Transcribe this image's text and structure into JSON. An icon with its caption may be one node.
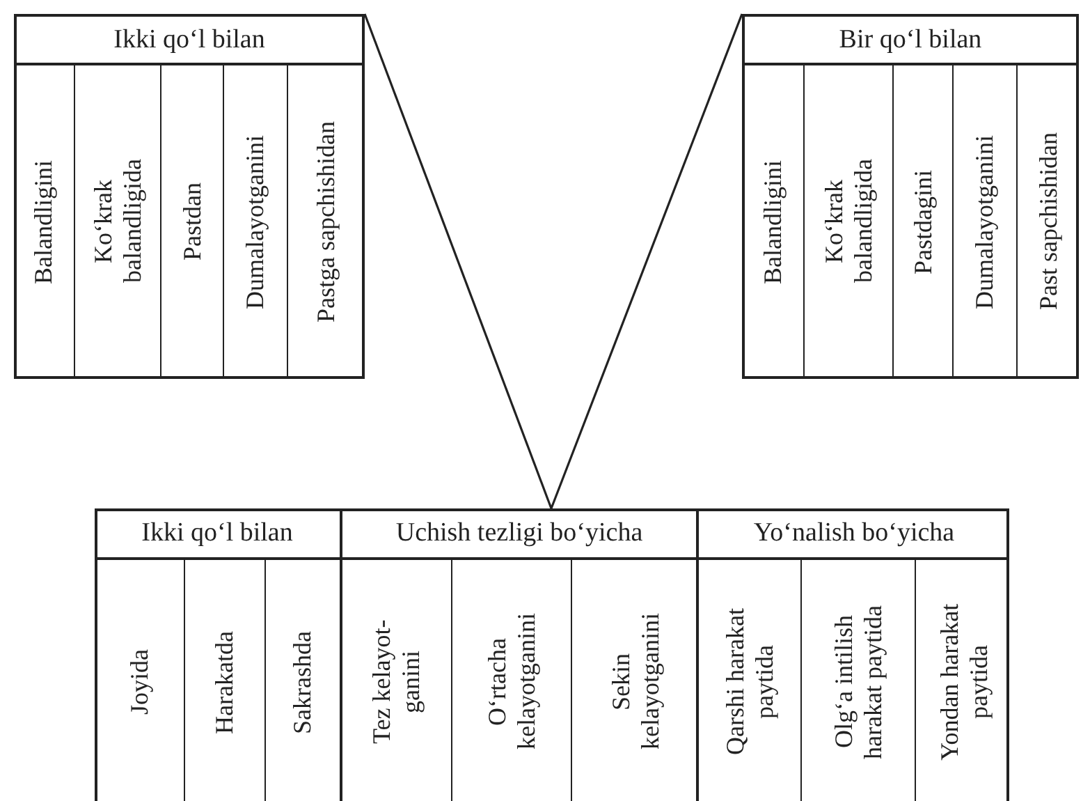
{
  "diagram": {
    "nodes": [
      {
        "text": [
          "Ikki qo‘l bilan"
        ]
      },
      {
        "text": [
          "Balandligini"
        ],
        "in": 0
      },
      {
        "text": [
          "Ko‘krak balandligida"
        ],
        "in": 0
      },
      {
        "text": [
          "Pastdan"
        ],
        "in": 0
      },
      {
        "text": [
          "Dumalayotganini"
        ],
        "in": 0
      },
      {
        "text": [
          "Pastga sapchishidan"
        ],
        "in": 0
      },
      {
        "text": [
          "Bir qo‘l bilan"
        ]
      },
      {
        "text": [
          "Balandligini"
        ],
        "in": 6
      },
      {
        "text": [
          "Ko‘krak balandligida"
        ],
        "in": 6
      },
      {
        "text": [
          "Pastdagini"
        ],
        "in": 6
      },
      {
        "text": [
          "Dumalayotganini"
        ],
        "in": 6
      },
      {
        "text": [
          "Past sapchishidan"
        ],
        "in": 6
      },
      {
        "text": [],
        "shape": "box"
      },
      {
        "text": [
          "Ikki qo‘l bilan"
        ],
        "in": 12
      },
      {
        "text": [
          "Joyida"
        ],
        "in": 13
      },
      {
        "text": [
          "Harakatda"
        ],
        "in": 13
      },
      {
        "text": [
          "Sakrashda"
        ],
        "in": 13
      },
      {
        "text": [
          "Uchish tezligi bo‘yicha"
        ],
        "in": 12
      },
      {
        "text": [
          "Tez kelayot- ganini"
        ],
        "in": 17
      },
      {
        "text": [
          "O‘rtacha kelayotganini"
        ],
        "in": 17
      },
      {
        "text": [
          "Sekin kelayotganini"
        ],
        "in": 17
      },
      {
        "text": [
          "Yo‘nalish bo‘yicha"
        ],
        "in": 12
      },
      {
        "text": [
          "Qarshi harakat paytida"
        ],
        "in": 21
      },
      {
        "text": [
          "Olg‘a intilish harakat paytida"
        ],
        "in": 21
      },
      {
        "text": [
          "Yondan harakat paytida"
        ],
        "in": 21
      }
    ],
    "edges": [
      {
        "from": 0,
        "to": 12,
        "arrow": "none"
      },
      {
        "from": 6,
        "to": 12,
        "arrow": "none"
      }
    ]
  }
}
